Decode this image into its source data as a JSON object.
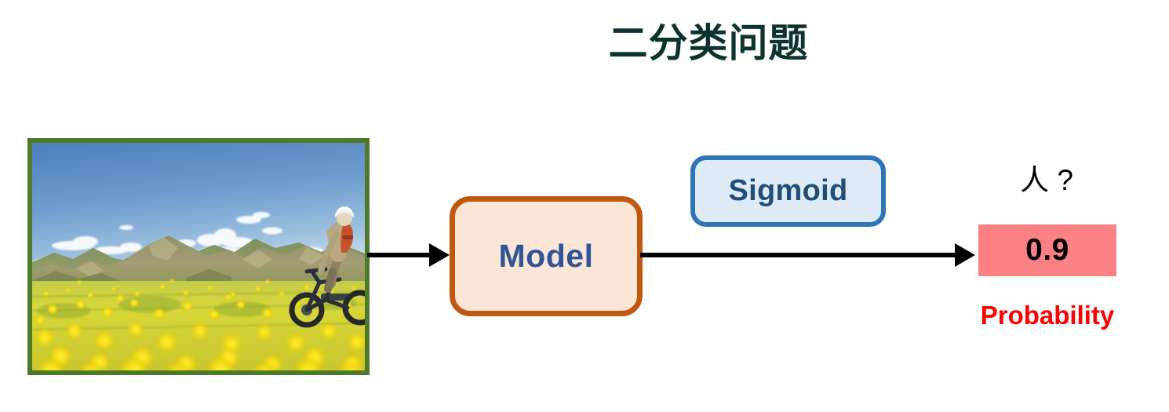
{
  "slide": {
    "title": "二分类问题",
    "background_color": "#FFFFFF"
  },
  "input": {
    "image_alt": "cyclist riding through a yellow wildflower field with mountains and blue sky",
    "frame_border_color": "#4C7A29"
  },
  "pipeline": {
    "model": {
      "label": "Model",
      "fill_color": "#FBE5D6",
      "border_color": "#C0590F",
      "text_color": "#2F5597"
    },
    "activation": {
      "label": "Sigmoid",
      "fill_color": "#DEEBF7",
      "border_color": "#2E75B6",
      "text_color": "#1F4E79"
    },
    "arrow_in": {
      "name": "input-to-model",
      "color": "#000000"
    },
    "arrow_out": {
      "name": "model-to-output",
      "color": "#000000"
    }
  },
  "output": {
    "question": "人 ?",
    "probability_value": "0.9",
    "probability_caption": "Probability",
    "highlight_color": "#FB8184",
    "caption_color": "#FF0000"
  }
}
